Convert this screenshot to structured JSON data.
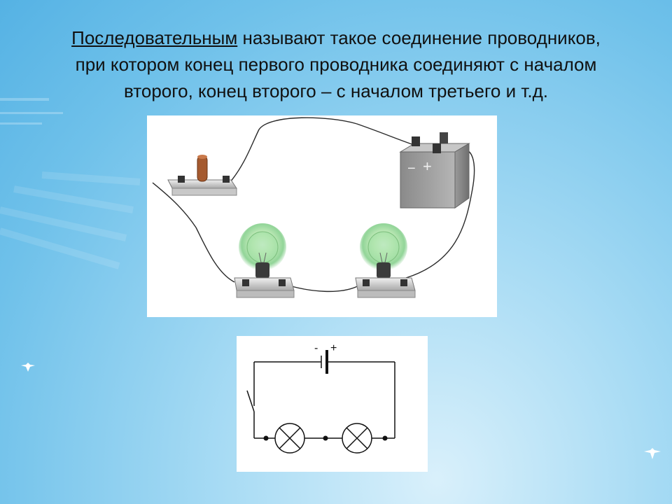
{
  "caption": {
    "term": "Последовательным",
    "line1_rest": " называют такое соединение проводников,",
    "line2": "при котором конец первого проводника соединяют с началом",
    "line3": "второго, конец второго – с началом третьего и т.д."
  },
  "schematic": {
    "minus_label": "-",
    "plus_label": "+"
  },
  "battery": {
    "minus_label": "−",
    "plus_label": "+"
  }
}
